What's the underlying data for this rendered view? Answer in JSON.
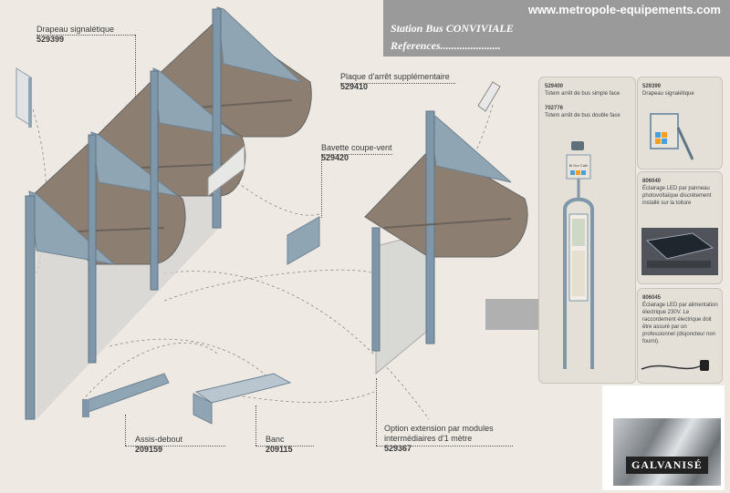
{
  "header": {
    "url": "www.metropole-equipements.com",
    "title": "Station Bus CONVIVIALE",
    "subtitle": "References......................"
  },
  "labels": {
    "drapeau_title": "Drapeau signalétique",
    "drapeau_ref": "529399",
    "plaque_title": "Plaque d'arrêt supplémentaire",
    "plaque_ref": "529410",
    "bavette_title": "Bavette coupe-vent",
    "bavette_ref": "529420",
    "assis_title": "Assis-debout",
    "assis_ref": "209159",
    "banc_title": "Banc",
    "banc_ref": "209115",
    "option_title_1": "Option extension par modules",
    "option_title_2": "intermédiaires d'1 mètre",
    "option_ref": "529367"
  },
  "right_panel": {
    "totem_ref1": "529400",
    "totem_text1": "Totem arrêt de bus simple face",
    "totem_ref2": "702776",
    "totem_text2": "Totem arrêt de bus double face",
    "drapeau_ref": "529399",
    "drapeau_text": "Drapeau signalétique",
    "led1_ref": "806040",
    "led1_text": "Éclairage LED par panneau photovoltaïque discrètement installé sur la toiture",
    "led2_ref": "806045",
    "led2_text": "Éclairage LED par alimentation électrique 230V. Le raccordement électrique doit être assuré par un professionnel (disjoncteur non fourni)."
  },
  "badge": {
    "label": "GALVANISÉ"
  },
  "colors": {
    "frame": "#7f97a8",
    "roof": "#8a7d70",
    "glass": "#c8c9c7",
    "header_bg": "#9a9a9a"
  }
}
